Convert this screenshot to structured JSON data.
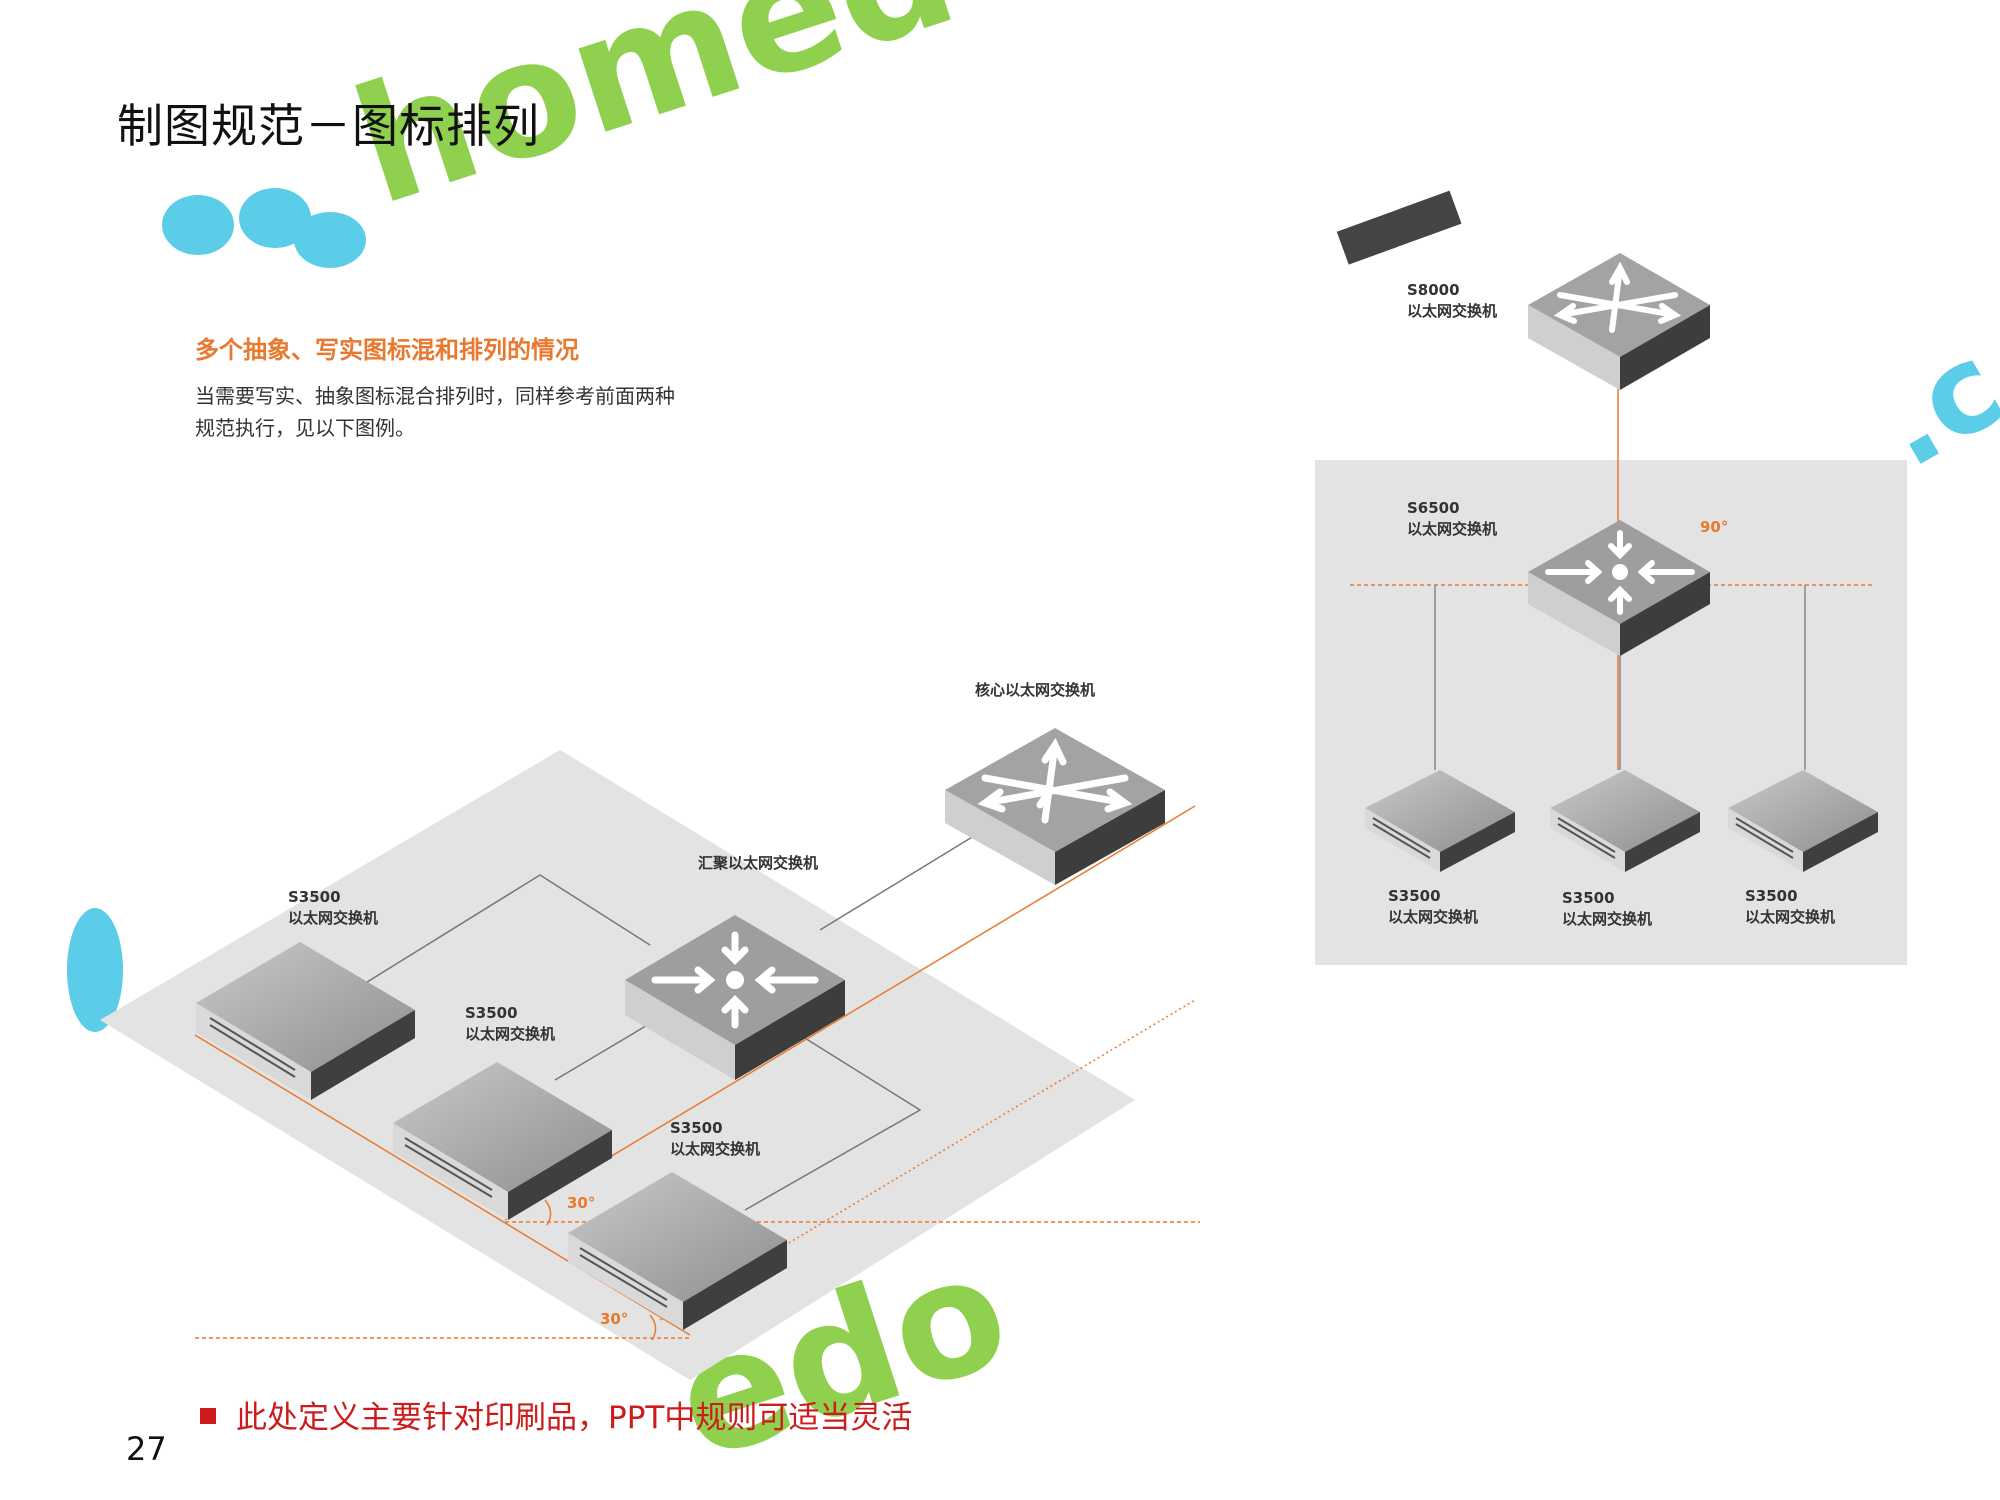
{
  "title": "制图规范－图标排列",
  "section": {
    "heading": "多个抽象、写实图标混和排列的情况",
    "body_line1": "当需要写实、抽象图标混合排列时，同样参考前面两种",
    "body_line2": "规范执行，见以下图例。"
  },
  "left_diagram": {
    "core_label": "核心以太网交换机",
    "agg_label": "汇聚以太网交换机",
    "access_switches": [
      {
        "model": "S3500",
        "desc": "以太网交换机"
      },
      {
        "model": "S3500",
        "desc": "以太网交换机"
      },
      {
        "model": "S3500",
        "desc": "以太网交换机"
      }
    ],
    "angle_labels": [
      "30°",
      "30°"
    ]
  },
  "right_diagram": {
    "top_switch": {
      "model": "S8000",
      "desc": "以太网交换机"
    },
    "mid_switch": {
      "model": "S6500",
      "desc": "以太网交换机"
    },
    "angle_label": "90°",
    "access_switches": [
      {
        "model": "S3500",
        "desc": "以太网交换机"
      },
      {
        "model": "S3500",
        "desc": "以太网交换机"
      },
      {
        "model": "S3500",
        "desc": "以太网交换机"
      }
    ]
  },
  "watermark": {
    "text": "homedo"
  },
  "note": "此处定义主要针对印刷品，PPT中规则可适当灵活",
  "page_number": "27",
  "colors": {
    "accent": "#e8792e",
    "note_red": "#cc1c1c",
    "watermark_green": "#8fd14f",
    "watermark_blue": "#5bcde8"
  }
}
